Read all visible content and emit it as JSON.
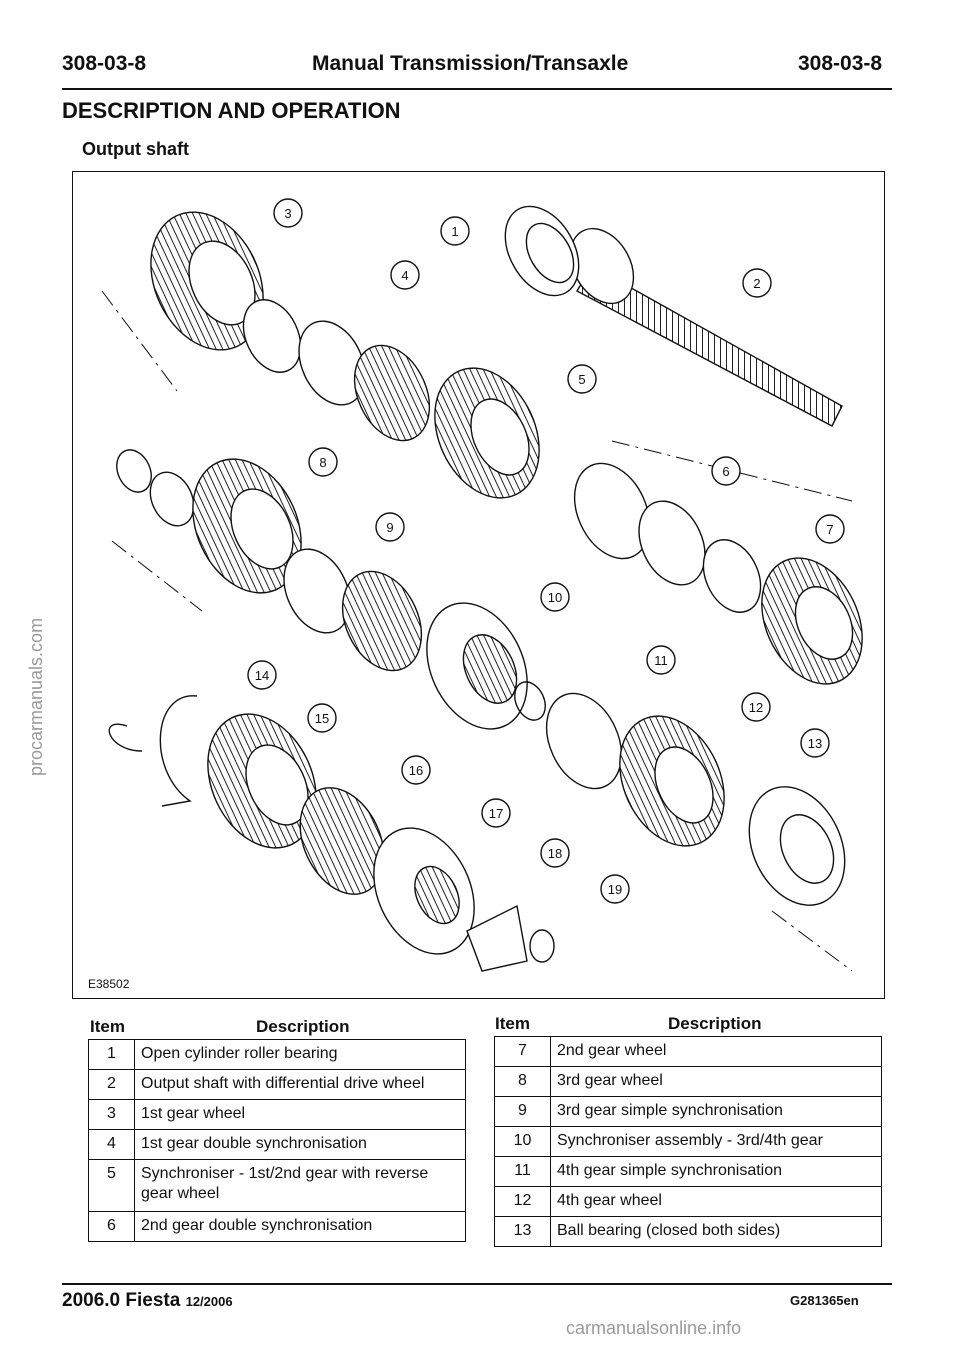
{
  "header": {
    "page_left": "308-03-8",
    "title": "Manual Transmission/Transaxle",
    "page_right": "308-03-8"
  },
  "section_title": "DESCRIPTION AND OPERATION",
  "subsection_title": "Output shaft",
  "figure": {
    "id": "E38502",
    "callouts": [
      "1",
      "2",
      "3",
      "4",
      "5",
      "6",
      "7",
      "8",
      "9",
      "10",
      "11",
      "12",
      "13",
      "14",
      "15",
      "16",
      "17",
      "18",
      "19"
    ]
  },
  "table": {
    "col_item": "Item",
    "col_description": "Description",
    "left_rows": [
      {
        "item": "1",
        "description": "Open cylinder roller bearing"
      },
      {
        "item": "2",
        "description": "Output shaft with differential drive wheel"
      },
      {
        "item": "3",
        "description": "1st gear wheel"
      },
      {
        "item": "4",
        "description": "1st gear double synchronisation"
      },
      {
        "item": "5",
        "description": "Synchroniser - 1st/2nd gear with reverse gear wheel"
      },
      {
        "item": "6",
        "description": "2nd gear double synchronisation"
      }
    ],
    "right_rows": [
      {
        "item": "7",
        "description": "2nd gear wheel"
      },
      {
        "item": "8",
        "description": "3rd gear wheel"
      },
      {
        "item": "9",
        "description": "3rd gear simple synchronisation"
      },
      {
        "item": "10",
        "description": "Synchroniser assembly - 3rd/4th gear"
      },
      {
        "item": "11",
        "description": "4th gear simple synchronisation"
      },
      {
        "item": "12",
        "description": "4th gear wheel"
      },
      {
        "item": "13",
        "description": "Ball bearing (closed both sides)"
      }
    ]
  },
  "footer": {
    "model": "2006.0 Fiesta",
    "date": "12/2006",
    "doc_code": "G281365en"
  },
  "sidebar_watermark": "procarmanuals.com",
  "bottom_watermark": "carmanualsonline.info"
}
